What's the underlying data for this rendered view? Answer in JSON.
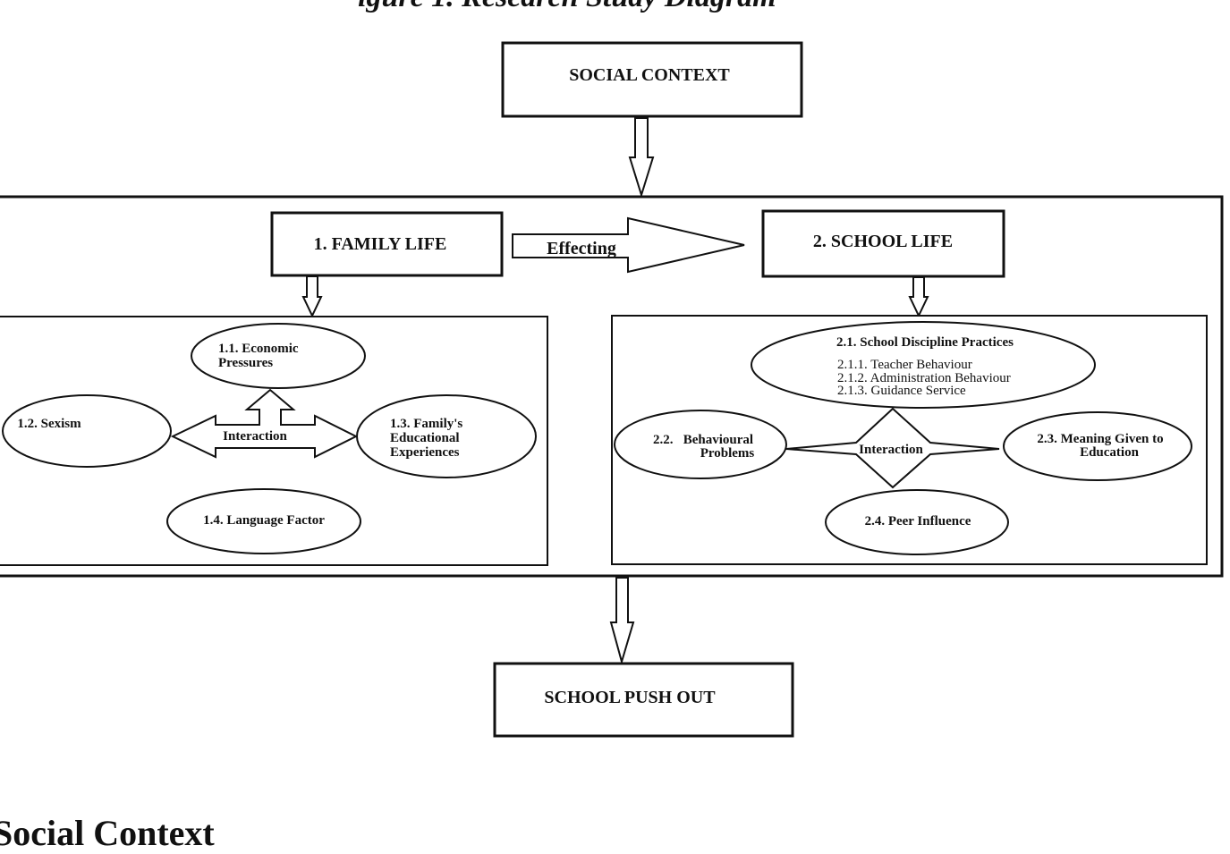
{
  "caption_partial": "igure 1. Research Study Diagram",
  "diagram": {
    "social_context": "SOCIAL CONTEXT",
    "family_life": "1. FAMILY LIFE",
    "school_life": "2. SCHOOL LIFE",
    "effecting": "Effecting",
    "school_push_out": "SCHOOL PUSH OUT",
    "family": {
      "economic_1": "1.1. Economic",
      "economic_2": "Pressures",
      "sexism": "1.2. Sexism",
      "interaction": "Interaction",
      "educational_1": "1.3. Family's",
      "educational_2": "Educational",
      "educational_3": "Experiences",
      "language": "1.4. Language Factor"
    },
    "school": {
      "discipline_title": "2.1. School Discipline Practices",
      "discipline_sub1": "2.1.1. Teacher Behaviour",
      "discipline_sub2": "2.1.2. Administration Behaviour",
      "discipline_sub3": "2.1.3. Guidance Service",
      "behavioural_1": "2.2.   Behavioural",
      "behavioural_2": "Problems",
      "interaction": "Interaction",
      "meaning_1": "2.3. Meaning Given to",
      "meaning_2": "Education",
      "peer": "2.4. Peer Influence"
    }
  },
  "section_heading": "Social Context"
}
